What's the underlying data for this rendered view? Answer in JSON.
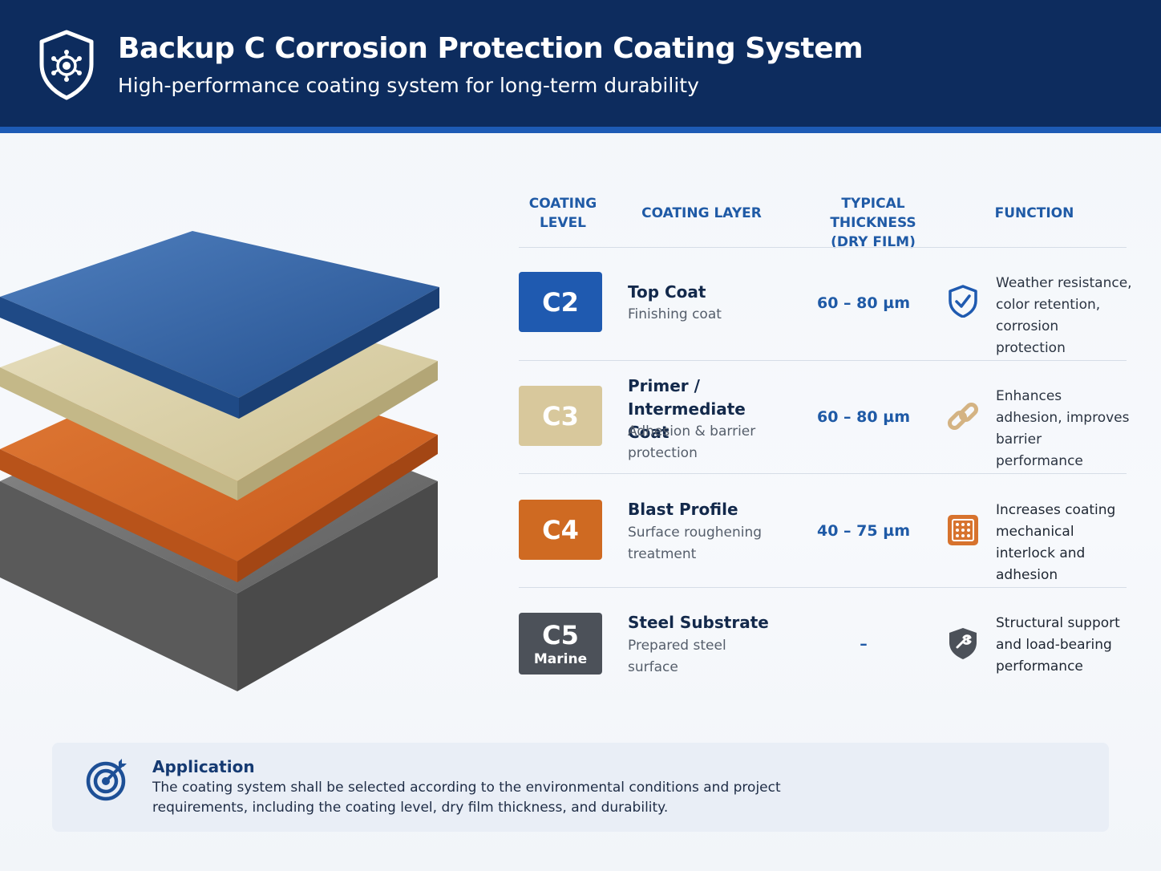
{
  "header": {
    "title": "Backup C Corrosion Protection Coating System",
    "subtitle": "High-performance coating system for long-term durability",
    "logo_icon": "shield-gear-icon"
  },
  "table": {
    "columns": [
      "COATING\nLEVEL",
      "COATING LAYER",
      "TYPICAL THICKNESS\n(DRY FILM)",
      "FUNCTION"
    ],
    "rows": [
      {
        "level": "C2",
        "level_sub": "",
        "badge_color": "#1f5ab0",
        "layer": "Top Coat",
        "description": "Finishing coat",
        "thickness": "60 – 80 µm",
        "function": "Weather resistance, color retention, corrosion protection",
        "icon": "shield-check-icon"
      },
      {
        "level": "C3",
        "level_sub": "",
        "badge_color": "#d8c89c",
        "layer": "Primer / Intermediate Coat",
        "description": "Adhesion & barrier protection",
        "thickness": "60 – 80 µm",
        "function": "Enhances adhesion, improves barrier performance",
        "icon": "chain-link-icon"
      },
      {
        "level": "C4",
        "level_sub": "",
        "badge_color": "#cf6a22",
        "layer": "Blast Profile",
        "description": "Surface roughening treatment",
        "thickness": "40 – 75 µm",
        "function": "Increases coating mechanical interlock and adhesion",
        "icon": "dotted-grid-icon"
      },
      {
        "level": "C5",
        "level_sub": "Marine",
        "badge_color": "#4c5159",
        "layer": "Steel Substrate",
        "description": "Prepared steel surface",
        "thickness": "–",
        "function": "Structural support and load-bearing performance",
        "icon": "shield-tool-icon"
      }
    ]
  },
  "application": {
    "title": "Application",
    "text": "The coating system shall be selected according to the environmental conditions and project requirements, including the coating level, dry film thickness, and durability.",
    "icon": "target-icon"
  },
  "illustration": {
    "layers_top_to_bottom": [
      "top-coat",
      "primer",
      "blast-profile",
      "steel-substrate"
    ],
    "colors": [
      "#2e5da0",
      "#d9cfa6",
      "#d56a28",
      "#6d6d6d"
    ]
  }
}
